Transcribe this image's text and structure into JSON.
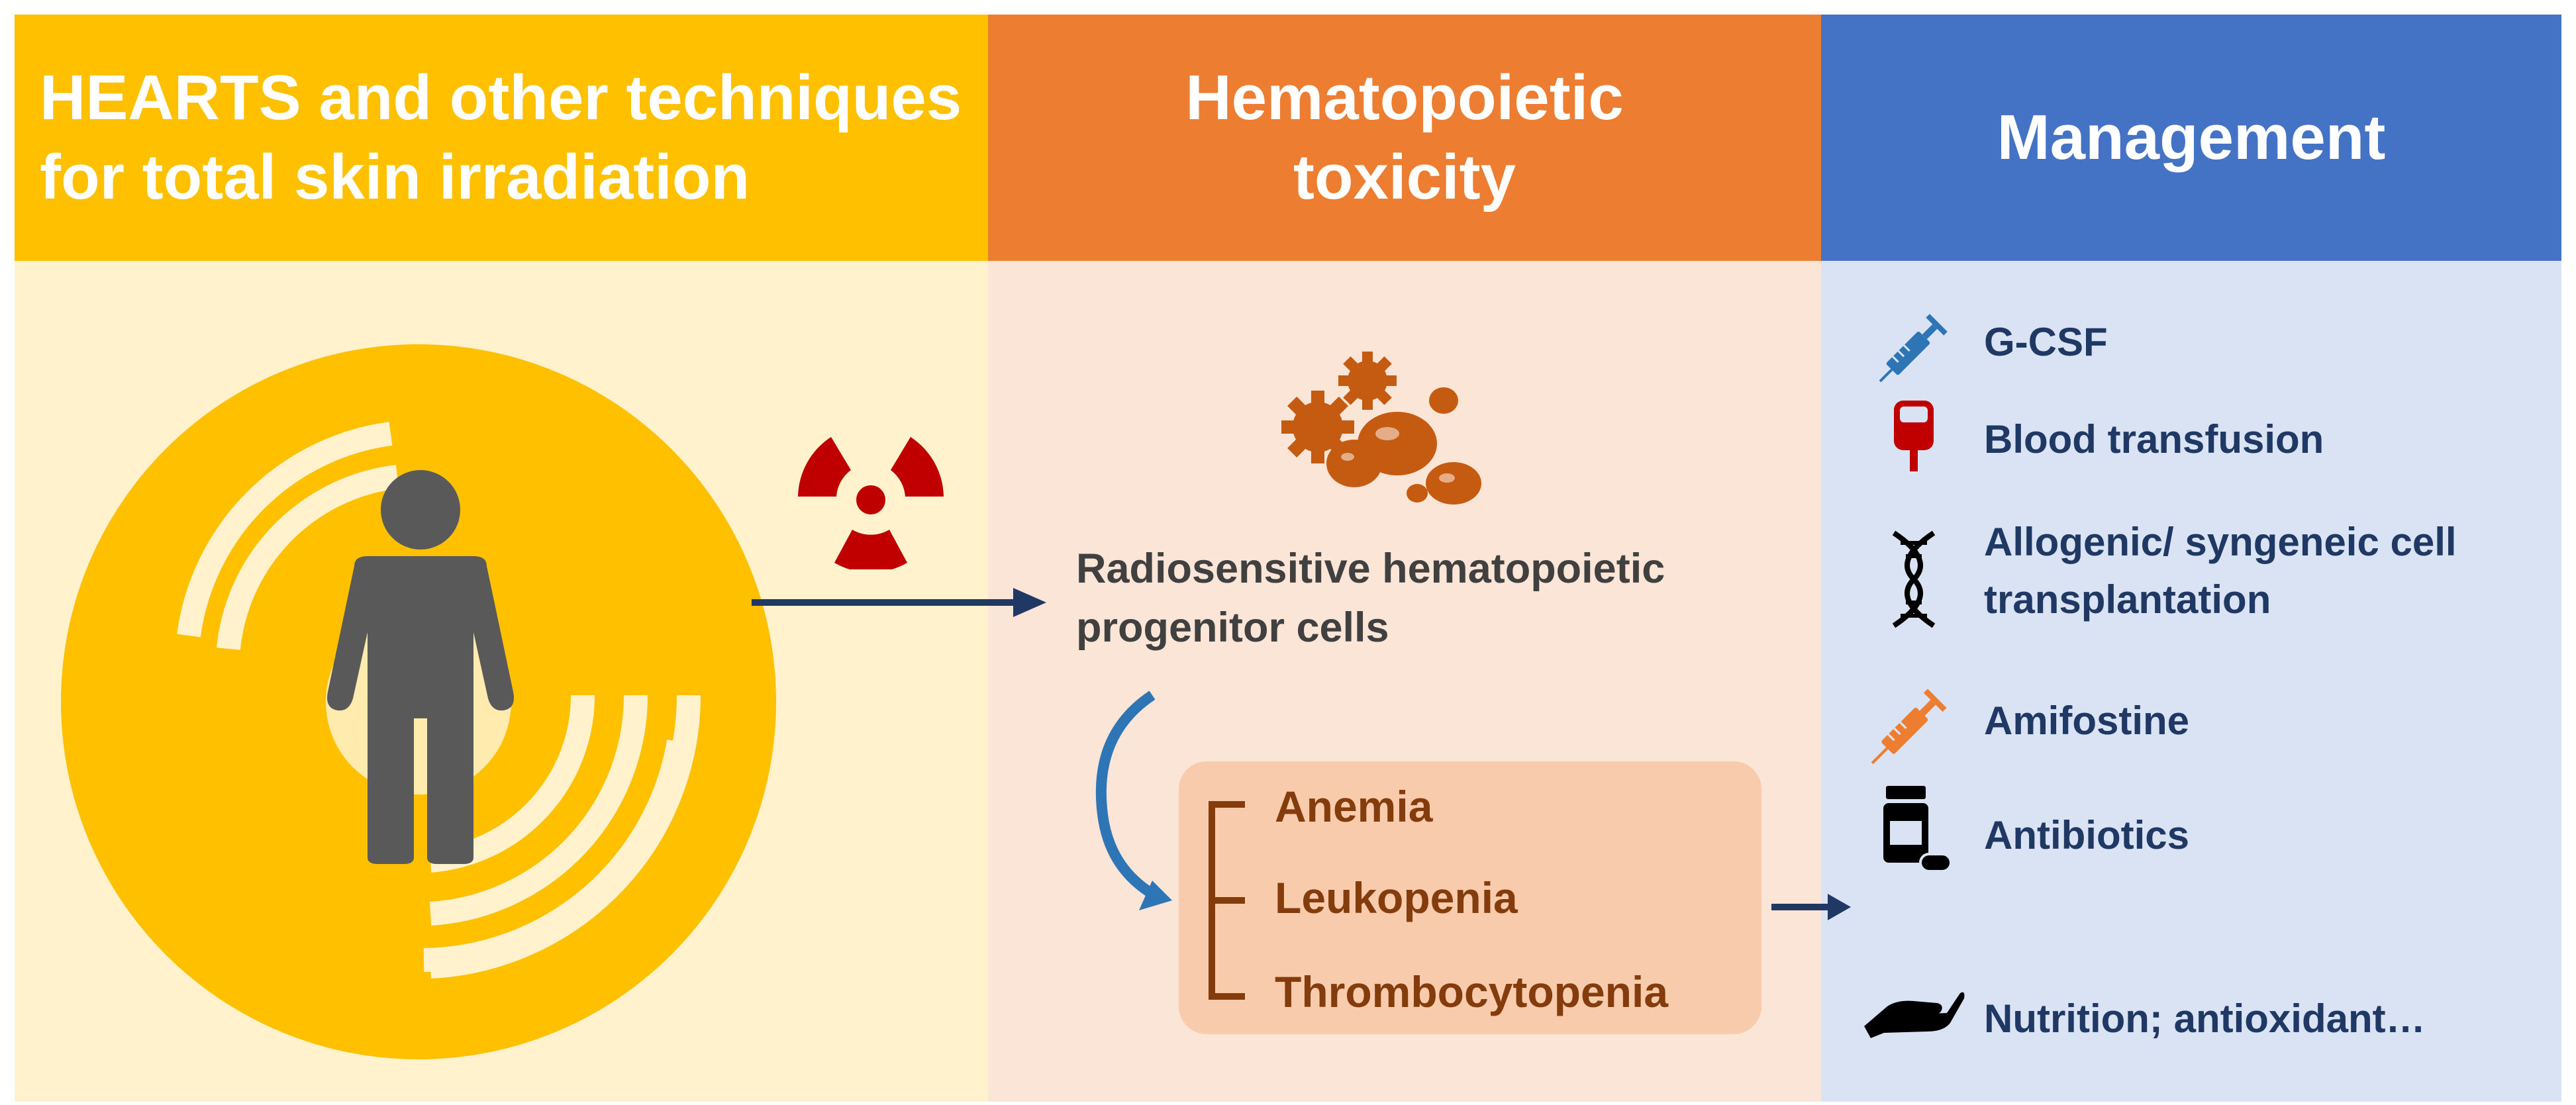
{
  "columns": [
    {
      "title": "HEARTS and other techniques\nfor total skin irradiation",
      "color": "#FFC000",
      "body_color": "#FFF2CC"
    },
    {
      "title": "Hematopoietic\ntoxicity",
      "color": "#ED7D31",
      "body_color": "#FBE5D6"
    },
    {
      "title": "Management",
      "color": "#4472C4",
      "body_color": "#DAE3F3"
    }
  ],
  "toxicity": {
    "source_label": "Radiosensitive hematopoietic\nprogenitor cells",
    "outcomes": [
      "Anemia",
      "Leukopenia",
      "Thrombocytopenia"
    ]
  },
  "management": [
    {
      "label": "G-CSF",
      "icon": "syringe-icon",
      "icon_color": "#2E75B6"
    },
    {
      "label": "Blood transfusion",
      "icon": "blood-bag-icon",
      "icon_color": "#C00000"
    },
    {
      "label": "Allogenic/ syngeneic cell\ntransplantation",
      "icon": "dna-icon",
      "icon_color": "#000000"
    },
    {
      "label": "Amifostine",
      "icon": "syringe-icon",
      "icon_color": "#ED7D31"
    },
    {
      "label": "Antibiotics",
      "icon": "pill-bottle-icon",
      "icon_color": "#000000"
    },
    {
      "label": "Nutrition; antioxidant…",
      "icon": "hand-icon",
      "icon_color": "#000000"
    }
  ],
  "icons": {
    "radiation": "radiation-icon",
    "cells": "cells-icon",
    "person": "person-icon",
    "target": "target-rings-icon"
  },
  "colors": {
    "arrow": "#1F3864",
    "radiation": "#C00000",
    "cells": "#C55A11",
    "person": "#595959",
    "ring": "#FFC000",
    "curve_arrow": "#2E75B6",
    "bracket": "#843C0C"
  }
}
